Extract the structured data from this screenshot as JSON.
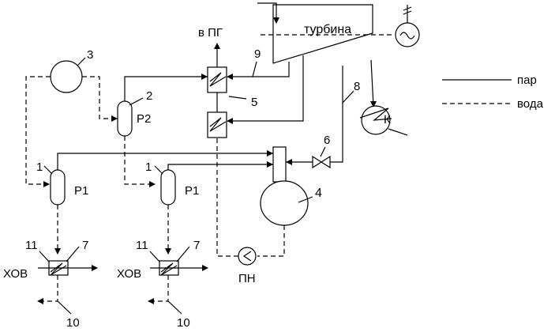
{
  "labels": {
    "turbine": "турбина",
    "to_sg": "в ПГ",
    "pump": "ПН",
    "condenser": "К",
    "r1": "Р1",
    "r2": "Р2",
    "chem_water": "ХОВ",
    "n1": "1",
    "n2": "2",
    "n3": "3",
    "n4": "4",
    "n5": "5",
    "n6": "6",
    "n7": "7",
    "n8": "8",
    "n9": "9",
    "n10": "10",
    "n11": "11"
  },
  "legend": {
    "steam": "пар",
    "water": "вода"
  }
}
